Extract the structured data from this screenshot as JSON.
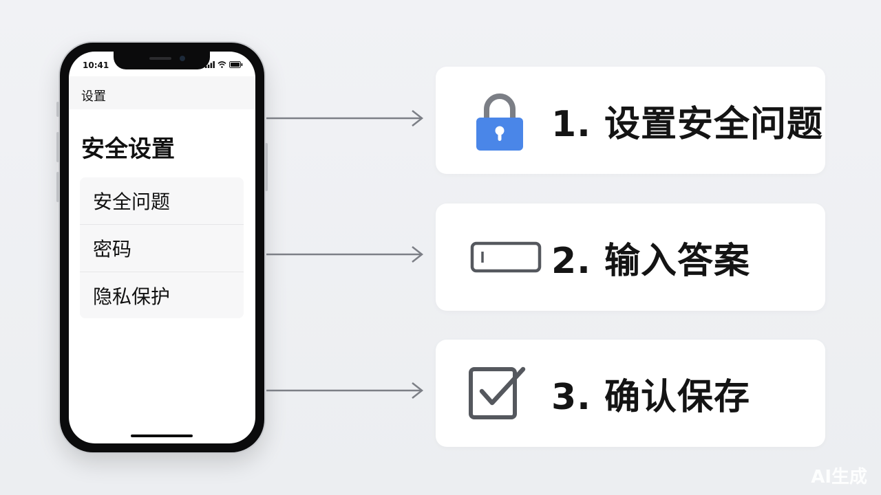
{
  "phone": {
    "status_time": "10:41",
    "nav_back_label": "设置",
    "page_title": "安全设置",
    "list_items": [
      {
        "label": "安全问题"
      },
      {
        "label": "密码"
      },
      {
        "label": "隐私保护"
      }
    ]
  },
  "steps": [
    {
      "label": "1. 设置安全问题",
      "icon": "lock-icon",
      "icon_color": "#4a86e8"
    },
    {
      "label": "2. 输入答案",
      "icon": "text-input-icon",
      "icon_color": "#55585e"
    },
    {
      "label": "3. 确认保存",
      "icon": "checkbox-checked-icon",
      "icon_color": "#55585e"
    }
  ],
  "watermark": "AI生成",
  "colors": {
    "arrow": "#7c7f86",
    "card_background": "#ffffff",
    "page_background": "#eef0f3"
  }
}
